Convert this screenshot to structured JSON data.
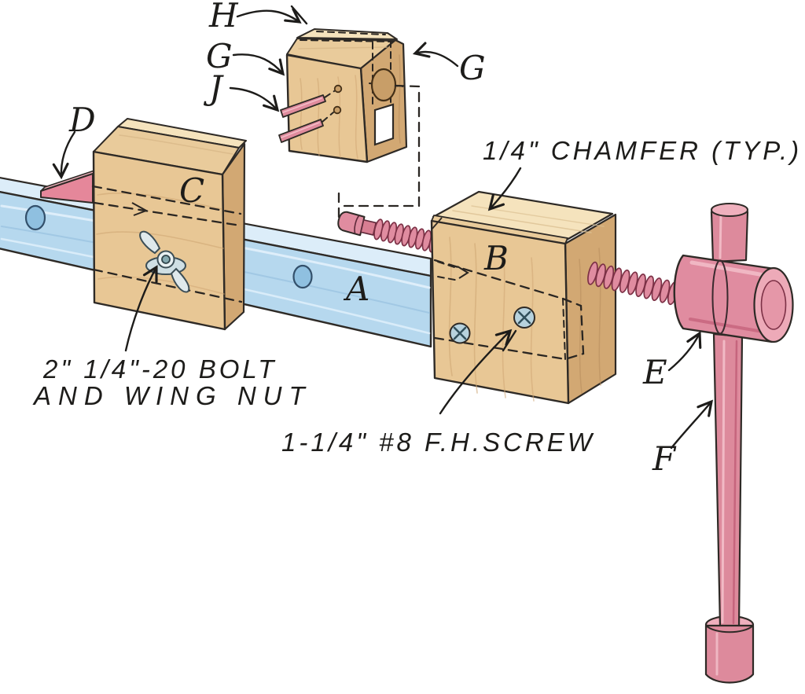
{
  "diagram": {
    "type": "woodworking-clamp-exploded-diagram",
    "background": "#ffffff",
    "part_labels": {
      "h": "H",
      "g_left": "G",
      "j": "J",
      "g_right": "G",
      "d": "D",
      "c": "C",
      "a": "A",
      "b": "B",
      "e": "E",
      "f": "F"
    },
    "annotations": {
      "chamfer": "1/4\" CHAMFER (TYP.)",
      "bolt_line1": "2\" 1/4\"-20 BOLT",
      "bolt_line2": "AND WING NUT",
      "screw": "1-1/4\" #8 F.H.SCREW"
    },
    "colors": {
      "wood_front": "#e8c795",
      "wood_top": "#f5e3bd",
      "wood_side": "#d2a873",
      "wood_chamfer": "#e9cb9b",
      "wood_hole": "#c89e68",
      "rail_front": "#b6d8ee",
      "rail_top": "#dcedf9",
      "rail_hole": "#8fc0e0",
      "metal_pink": "#e08ca0",
      "metal_pink_light": "#f4c2cc",
      "metal_pink_dark": "#bc5570",
      "hardware_grey": "#dfe9ec",
      "screw_head": "#b7d2dd",
      "ink": "#1d1c1a"
    }
  }
}
